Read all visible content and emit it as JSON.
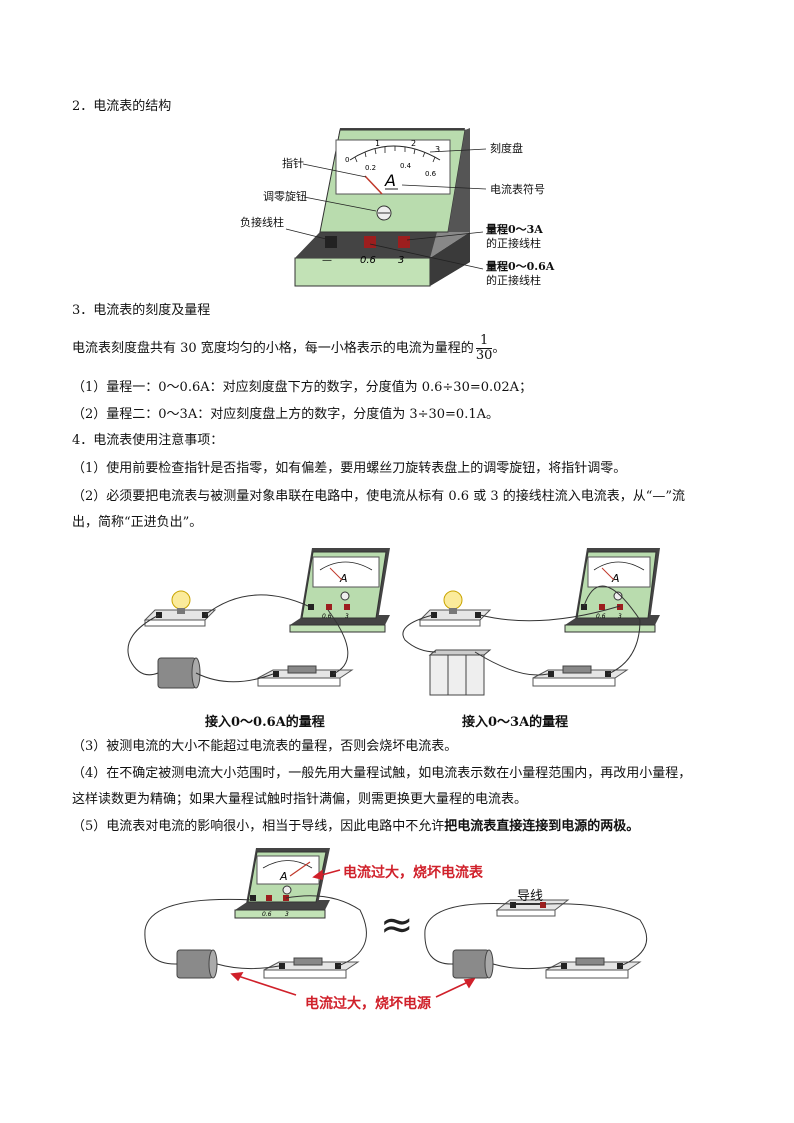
{
  "sections": {
    "s2_heading": "2．电流表的结构",
    "s3_heading": "3．电流表的刻度及量程",
    "s4_heading": "4．电流表使用注意事项："
  },
  "structure_labels": {
    "pointer": "指针",
    "zero_knob": "调零旋钮",
    "negative_terminal": "负接线柱",
    "dial": "刻度盘",
    "ammeter_symbol": "电流表符号",
    "range3_line1": "量程0～3A",
    "range3_line2": "的正接线柱",
    "range06_line1": "量程0～0.6A",
    "range06_line2": "的正接线柱"
  },
  "meter": {
    "symbol": "A",
    "term_neg": "—",
    "term_06": "0.6",
    "term_3": "3",
    "upper_ticks": [
      "1",
      "2",
      "3"
    ],
    "lower_ticks": [
      "0.2",
      "0.4",
      "0.6"
    ],
    "zero": "0"
  },
  "scale": {
    "text_before": "电流表刻度盘共有 30 宽度均匀的小格，每一小格表示的电流为量程的",
    "frac_num": "1",
    "frac_den": "30",
    "text_after": "。"
  },
  "ranges": {
    "r1": "（1）量程一：0～0.6A：对应刻度盘下方的数字，分度值为 0.6÷30=0.02A；",
    "r2": "（2）量程二：0～3A：对应刻度盘上方的数字，分度值为 3÷30=0.1A。"
  },
  "notes": {
    "n1": "（1）使用前要检查指针是否指零，如有偏差，要用螺丝刀旋转表盘上的调零旋钮，将指针调零。",
    "n2_line1": "（2）必须要把电流表与被测量对象串联在电路中，使电流从标有 0.6 或 3 的接线柱流入电流表，从“—”流",
    "n2_line2": "出，简称“正进负出”。",
    "n3": "（3）被测电流的大小不能超过电流表的量程，否则会烧坏电流表。",
    "n4_line1": "（4）在不确定被测电流大小范围时，一般先用大量程试触，如电流表示数在小量程范围内，再改用小量程，",
    "n4_line2": "这样读数更为精确；如果大量程试触时指针满偏，则需更换更大量程的电流表。",
    "n5_normal": "（5）电流表对电流的影响很小，相当于导线，因此电路中不允许",
    "n5_bold": "把电流表直接连接到电源的两极。"
  },
  "captions": {
    "left": "接入0～0.6A的量程",
    "right": "接入0～3A的量程"
  },
  "bottom": {
    "ammeter_warning": "电流过大，烧坏电流表",
    "wire_label": "导线",
    "source_warning": "电流过大，烧坏电源",
    "approx": "≈"
  },
  "colors": {
    "panel_green": "#b9dcae",
    "panel_dark": "#555555",
    "warning_red": "#d0202a"
  }
}
